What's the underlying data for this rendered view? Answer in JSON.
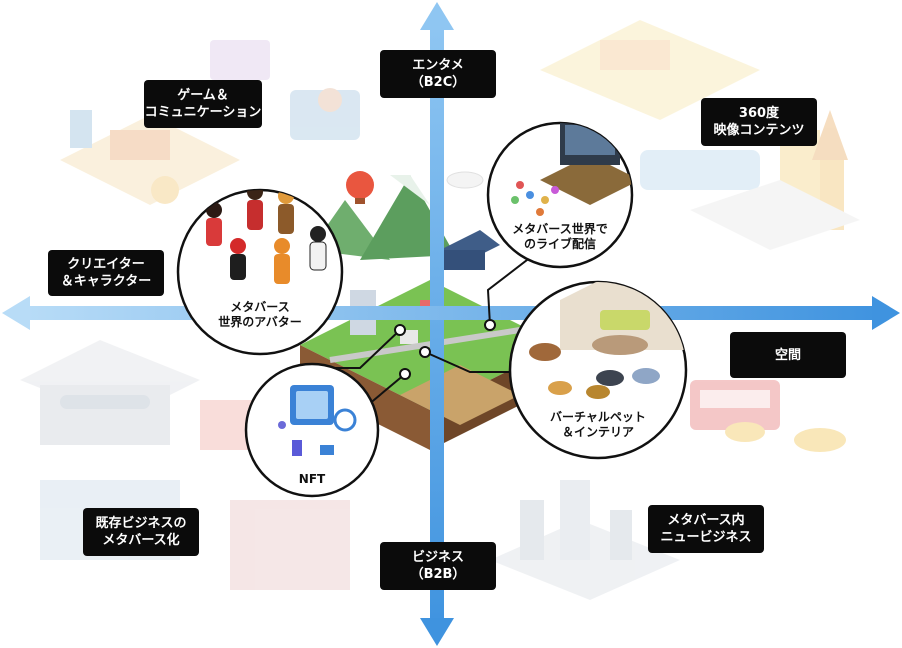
{
  "axes": {
    "top": [
      "エンタメ",
      "（B2C）"
    ],
    "bottom": [
      "ビジネス",
      "（B2B）"
    ],
    "left": [
      "クリエイター",
      "＆キャラクター"
    ],
    "right": [
      "空間"
    ]
  },
  "quadrant_tags": {
    "game": [
      "ゲーム＆",
      "コミュニケーション"
    ],
    "video": [
      "360度",
      "映像コンテンツ"
    ],
    "existing": [
      "既存ビジネスの",
      "メタバース化"
    ],
    "newbiz": [
      "メタバース内",
      "ニュービジネス"
    ]
  },
  "bubbles": {
    "avatar": [
      "メタバース",
      "世界のアバター"
    ],
    "live": [
      "メタバース世界で",
      "のライブ配信"
    ],
    "pet": [
      "バーチャルペット",
      "＆インテリア"
    ],
    "nft": [
      "NFT"
    ]
  },
  "colors": {
    "axis_arrow": "#5aa6e6",
    "tag_bg": "#0b0b0b",
    "bubble_border": "#111111"
  }
}
